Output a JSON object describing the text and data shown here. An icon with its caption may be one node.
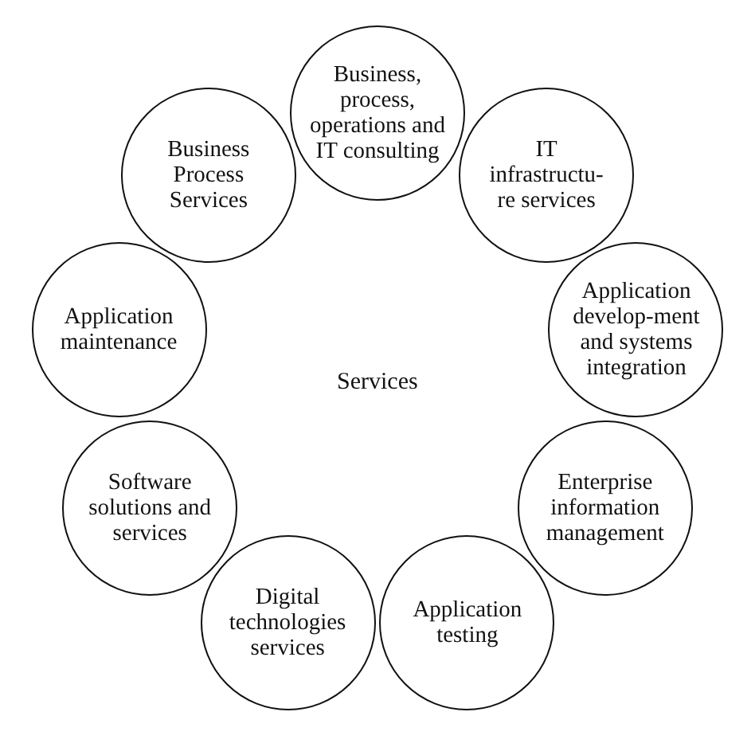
{
  "diagram": {
    "nodes": [
      {
        "text": [
          "Business, process, operations and IT consulting"
        ]
      },
      {
        "text": [
          "IT infrastructu-re services"
        ]
      },
      {
        "text": [
          "Application develop-ment and systems integration"
        ]
      },
      {
        "text": [
          "Enterprise information management"
        ]
      },
      {
        "text": [
          "Application testing"
        ]
      },
      {
        "text": [
          "Digital technologies services"
        ]
      },
      {
        "text": [
          "Software solutions and services"
        ]
      },
      {
        "text": [
          "Application maintenance"
        ]
      },
      {
        "text": [
          "Business Process Services"
        ]
      }
    ],
    "labels": [
      "Services"
    ]
  }
}
